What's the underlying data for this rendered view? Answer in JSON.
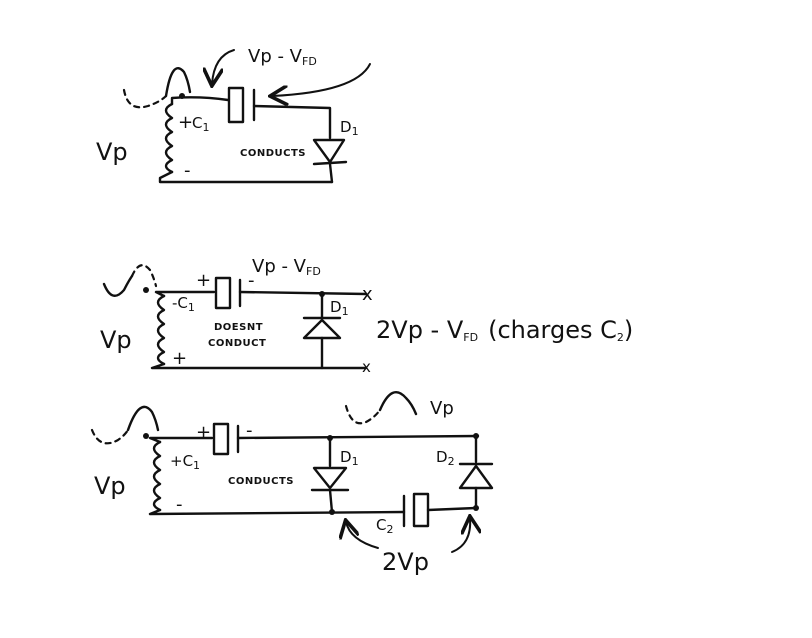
{
  "diagram_1": {
    "label_vp": "Vp",
    "label_c1_plus": "+",
    "label_c1": "C",
    "label_c1_sub": "1",
    "label_minus": "-",
    "label_d1": "D",
    "label_d1_sub": "1",
    "label_conducts": "CONDUCTS",
    "label_vp_vfd": "Vp - V",
    "label_vp_vfd_sub": "FD"
  },
  "diagram_2": {
    "label_vp": "Vp",
    "label_plus_top": "+",
    "label_c1_minus": "-C",
    "label_c1_sub": "1",
    "label_cap_minus": "-",
    "label_plus_bottom": "+",
    "label_d1": "D",
    "label_d1_sub": "1",
    "label_doesnt": "DOESNT",
    "label_conduct": "CONDUCT",
    "label_vp_vfd": "Vp - V",
    "label_vp_vfd_sub": "FD",
    "label_result": "2Vp - V",
    "label_result_sub": "FD",
    "label_charges": "(charges C",
    "label_charges_sub": "2",
    "label_charges_close": ")",
    "label_x_top": "x",
    "label_x_bottom": "x"
  },
  "diagram_3": {
    "label_vp_left": "Vp",
    "label_vp_wave": "Vp",
    "label_c1_plus": "+C",
    "label_c1_sub": "1",
    "label_cap_plus": "+",
    "label_cap_minus": "-",
    "label_minus": "-",
    "label_d1": "D",
    "label_d1_sub": "1",
    "label_d2": "D",
    "label_d2_sub": "2",
    "label_conducts": "CONDUCTS",
    "label_c2": "C",
    "label_c2_sub": "2",
    "label_2vp": "2Vp"
  }
}
